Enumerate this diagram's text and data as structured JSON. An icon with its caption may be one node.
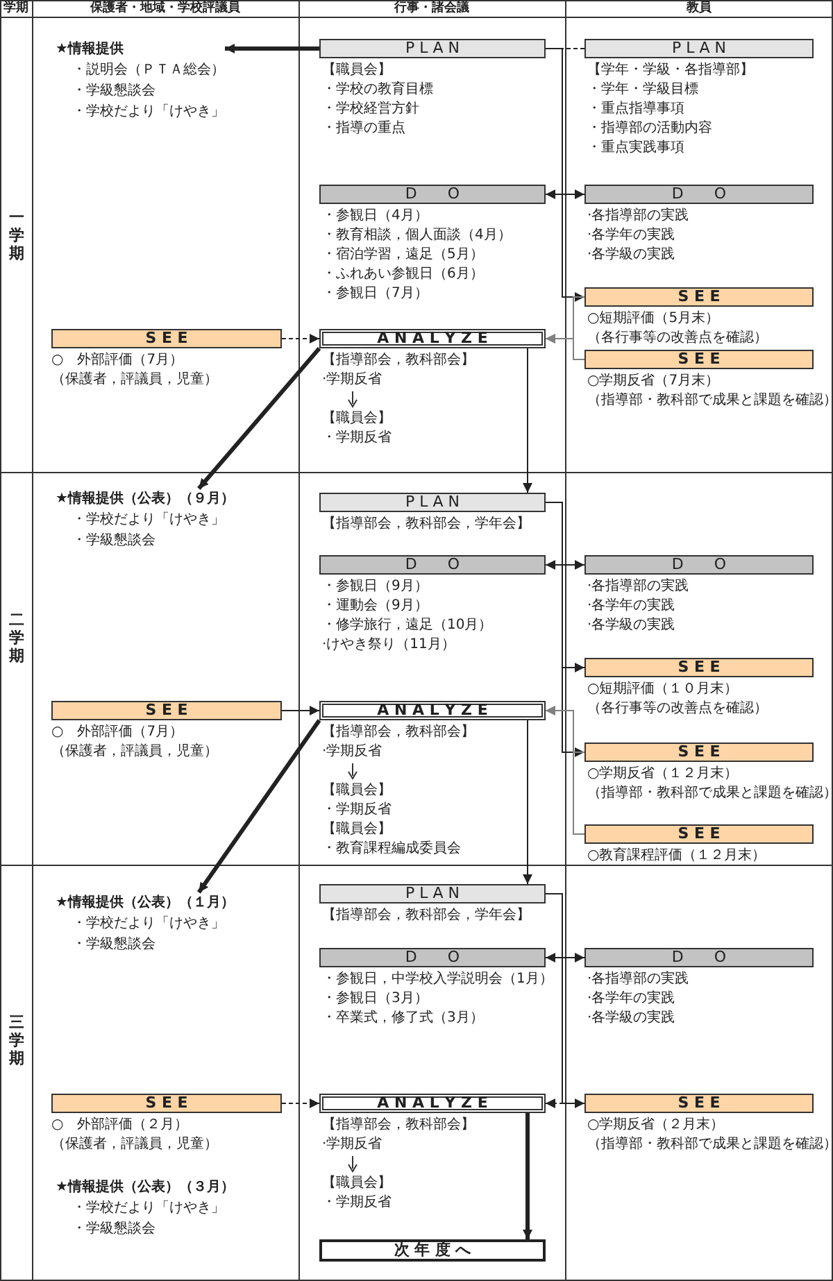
{
  "diagram": {
    "nodes": [
      {
        "text": [
          "★情報提供",
          "・説明会（ＰＴＡ総会）",
          "・学級懇談会",
          "・学校だより「けやき」"
        ]
      },
      {
        "text": [
          "P L A N"
        ],
        "beside": [
          "【職員会】",
          "・学校の教育目標",
          "・学校経営方針",
          "・指導の重点"
        ]
      },
      {
        "text": [
          "P L A N"
        ],
        "beside": [
          "【学年・学級・各指導部】",
          "・学年・学級目標",
          "・重点指導事項",
          "・指導部の活動内容",
          "・重点実践事項"
        ]
      },
      {
        "text": [
          "D　　O"
        ],
        "beside": [
          "・参観日（4月）",
          "・教育相談，個人面談（4月）",
          "・宿泊学習，遠足（5月）",
          "・ふれあい参観日（6月）",
          "・参観日（7月）"
        ]
      },
      {
        "text": [
          "D　　O"
        ],
        "beside": [
          "·各指導部の実践",
          "·各学年の実践",
          "·各学級の実践"
        ]
      },
      {
        "text": [
          "S E E"
        ],
        "beside": [
          "○短期評価（5月末）",
          "（各行事等の改善点を確認）"
        ]
      },
      {
        "text": [
          "S E E"
        ],
        "beside": [
          "○　外部評価（7月）",
          "（保護者，評議員，児童）"
        ]
      },
      {
        "text": [
          "A N A L Y Z E"
        ],
        "beside": [
          "【指導部会，教科部会】",
          "·学期反省",
          "【職員会】",
          "・学期反省"
        ]
      },
      {
        "text": [
          "S E E"
        ],
        "beside": [
          "○学期反省（7月末）",
          "（指導部・教科部で成果と課題を確認）"
        ]
      },
      {
        "text": [
          "★情報提供（公表）（９月）",
          "・学校だより「けやき」",
          "・学級懇談会"
        ]
      },
      {
        "text": [
          "P L A N"
        ],
        "beside": [
          "【指導部会，教科部会，学年会】"
        ]
      },
      {
        "text": [
          "D　　O"
        ],
        "beside": [
          "・参観日（9月）",
          "・運動会（9月）",
          "・修学旅行，遠足（10月）",
          "·けやき祭り（11月）"
        ]
      },
      {
        "text": [
          "D　　O"
        ],
        "beside": [
          "·各指導部の実践",
          "·各学年の実践",
          "·各学級の実践"
        ]
      },
      {
        "text": [
          "S E E"
        ],
        "beside": [
          "○短期評価（１０月末）",
          "（各行事等の改善点を確認）"
        ]
      },
      {
        "text": [
          "S E E"
        ],
        "beside": [
          "○　外部評価（7月）",
          "（保護者，評議員，児童）"
        ]
      },
      {
        "text": [
          "A N A L Y Z E"
        ],
        "beside": [
          "【指導部会，教科部会】",
          "·学期反省",
          "【職員会】",
          "・学期反省",
          "【職員会】",
          "・教育課程編成委員会"
        ]
      },
      {
        "text": [
          "S E E"
        ],
        "beside": [
          "○学期反省（１２月末）",
          "（指導部・教科部で成果と課題を確認）"
        ]
      },
      {
        "text": [
          "S E E"
        ],
        "beside": [
          "○教育課程評価（１２月末）"
        ]
      },
      {
        "text": [
          "★情報提供（公表）（１月）",
          "・学校だより「けやき」",
          "・学級懇談会"
        ]
      },
      {
        "text": [
          "P L A N"
        ],
        "beside": [
          "【指導部会，教科部会，学年会】"
        ]
      },
      {
        "text": [
          "D　　O"
        ],
        "beside": [
          "・参観日，中学校入学説明会（1月）",
          "・参観日（3月）",
          "・卒業式，修了式（3月）"
        ]
      },
      {
        "text": [
          "D　　O"
        ],
        "beside": [
          "·各指導部の実践",
          "·各学年の実践",
          "·各学級の実践"
        ]
      },
      {
        "text": [
          "S E E"
        ],
        "beside": [
          "○　外部評価（２月）",
          "（保護者，評議員，児童）"
        ]
      },
      {
        "text": [
          "A N A L Y Z E"
        ],
        "beside": [
          "【指導部会，教科部会】",
          "·学期反省",
          "【職員会】",
          "・学期反省"
        ]
      },
      {
        "text": [
          "S E E"
        ],
        "beside": [
          "○学期反省（２月末）",
          "（指導部・教科部で成果と課題を確認）"
        ]
      },
      {
        "text": [
          "★情報提供（公表）（３月）",
          "・学校だより「けやき」",
          "・学級懇談会"
        ]
      },
      {
        "text": [
          "次 年 度 へ"
        ]
      }
    ],
    "edges": [
      {
        "from": 1,
        "to": 0,
        "arrow": "to",
        "style": "thick"
      },
      {
        "from": 2,
        "to": 1,
        "arrow": "none",
        "style": "dashed"
      },
      {
        "from": 1,
        "to": 3,
        "arrow": "to"
      },
      {
        "from": 1,
        "to": 4,
        "arrow": "to"
      },
      {
        "from": 1,
        "to": 5,
        "arrow": "to"
      },
      {
        "from": 5,
        "to": 7,
        "arrow": "to",
        "color": "#808080"
      },
      {
        "from": 8,
        "to": 7,
        "arrow": "to",
        "color": "#808080"
      },
      {
        "from": 6,
        "to": 7,
        "arrow": "to",
        "style": "dashed"
      },
      {
        "from": 7,
        "to": 10,
        "arrow": "to"
      },
      {
        "from": 7,
        "to": 9,
        "arrow": "to",
        "style": "thick"
      },
      {
        "from": 10,
        "to": 11,
        "arrow": "to"
      },
      {
        "from": 10,
        "to": 12,
        "arrow": "to"
      },
      {
        "from": 10,
        "to": 13,
        "arrow": "to"
      },
      {
        "from": 10,
        "to": 16,
        "arrow": "to"
      },
      {
        "from": 16,
        "to": 15,
        "arrow": "to",
        "color": "#808080"
      },
      {
        "from": 17,
        "to": 15,
        "arrow": "to",
        "color": "#808080"
      },
      {
        "from": 14,
        "to": 15,
        "arrow": "to"
      },
      {
        "from": 15,
        "to": 19,
        "arrow": "to"
      },
      {
        "from": 15,
        "to": 18,
        "arrow": "to",
        "style": "thick"
      },
      {
        "from": 19,
        "to": 20,
        "arrow": "to"
      },
      {
        "from": 19,
        "to": 21,
        "arrow": "to"
      },
      {
        "from": 19,
        "to": 24,
        "arrow": "to"
      },
      {
        "from": 24,
        "to": 23,
        "arrow": "to",
        "style": "dashed"
      },
      {
        "from": 22,
        "to": 23,
        "arrow": "to",
        "style": "dashed"
      },
      {
        "from": 23,
        "to": 26,
        "arrow": "to",
        "style": "thick"
      }
    ],
    "labels": [
      "学期",
      "保護者・地域・学校評議員",
      "行事・諸会議",
      "教員",
      "一学期",
      "二学期",
      "三学期"
    ]
  }
}
